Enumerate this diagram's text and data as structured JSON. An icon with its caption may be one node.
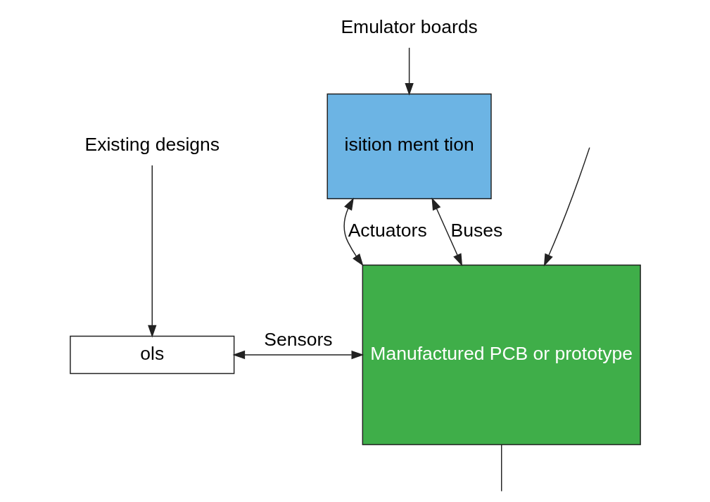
{
  "diagram": {
    "nodes": [
      {
        "text": [
          "Existing designs"
        ]
      },
      {
        "text": [
          "ols"
        ]
      },
      {
        "text": [
          "isition ment tion"
        ]
      },
      {
        "text": [
          "Manufactured PCB or prototype"
        ]
      },
      {
        "text": [
          "Emulator boards"
        ]
      }
    ],
    "edges": [
      {
        "from": null,
        "to": 3,
        "arrow": "to"
      },
      {
        "from": 0,
        "to": 1,
        "arrow": "to"
      },
      {
        "from": 1,
        "to": 3,
        "arrow": "both",
        "label": "Sensors"
      },
      {
        "from": 2,
        "to": 3,
        "arrow": "both",
        "label": "Actuators"
      },
      {
        "from": 2,
        "to": 3,
        "arrow": "both",
        "label": "Buses"
      },
      {
        "from": 4,
        "to": 2,
        "arrow": "to"
      },
      {
        "from": 3,
        "to": null,
        "arrow": "none"
      }
    ]
  }
}
